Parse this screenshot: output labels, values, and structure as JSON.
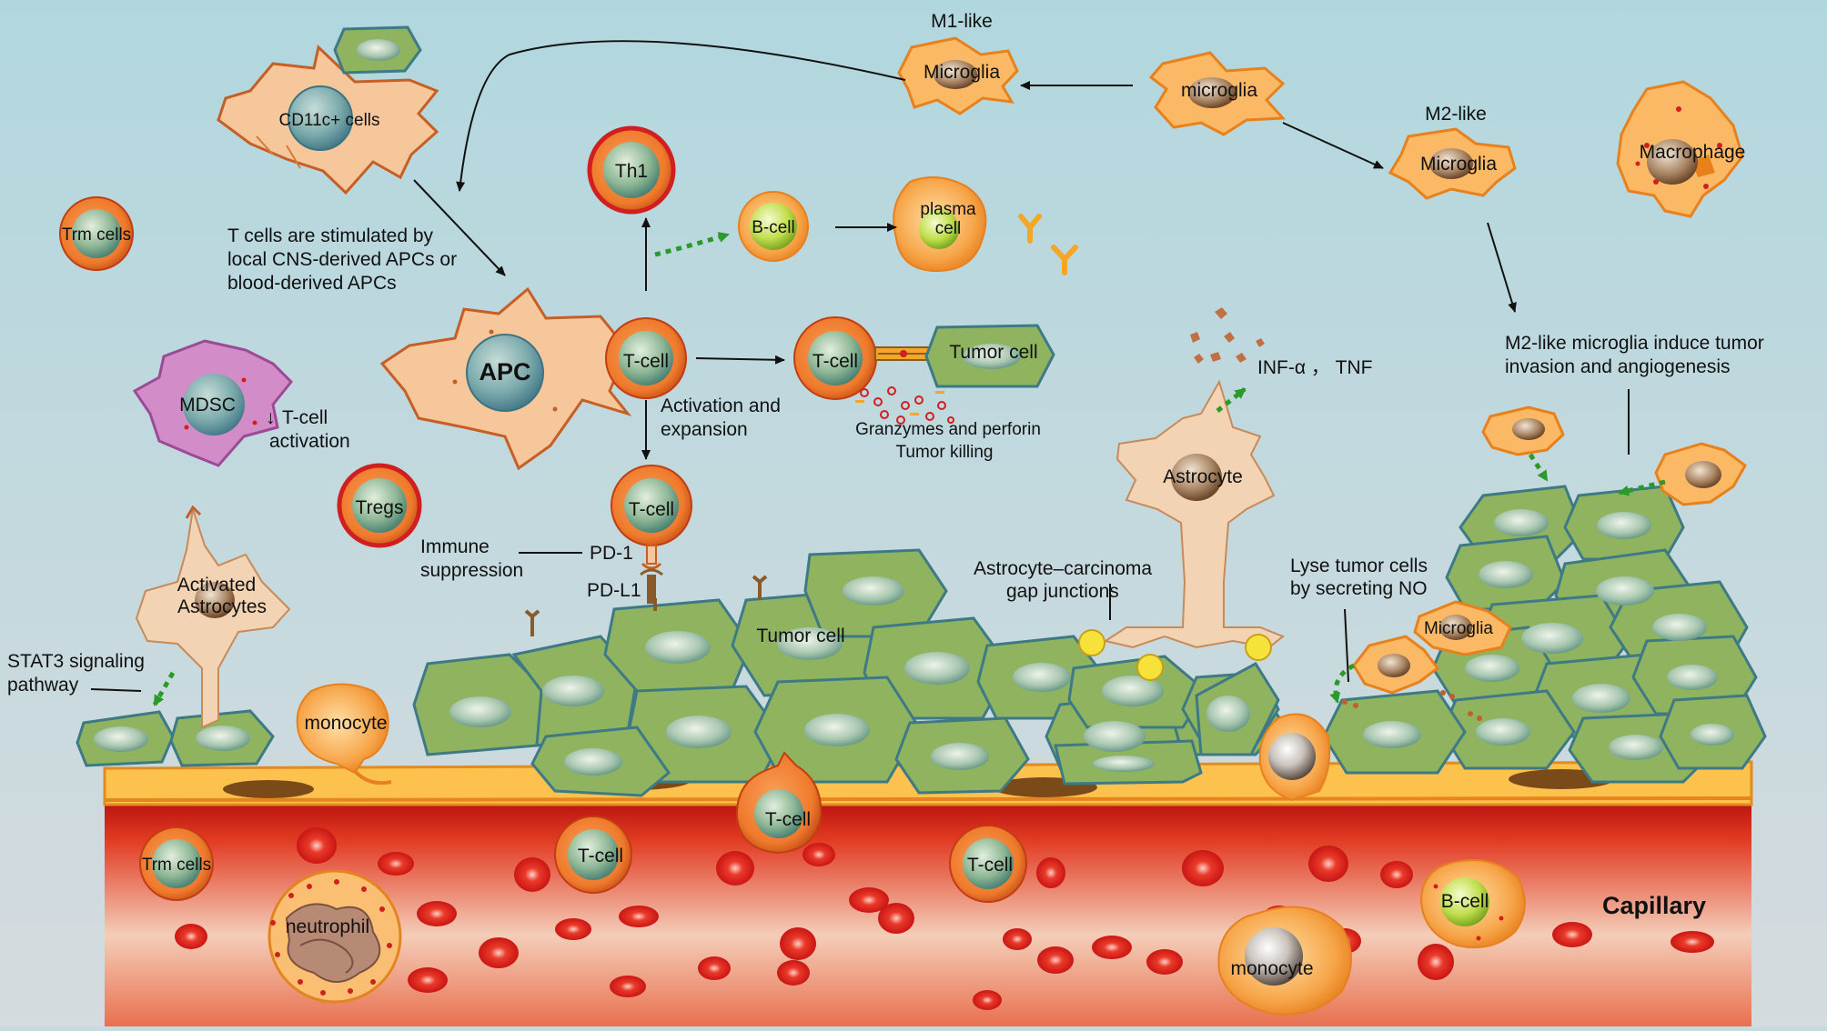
{
  "cells": {
    "m1_label": "M1-like",
    "m1_microglia": "Microglia",
    "resting_microglia": "microglia",
    "m2_label": "M2-like",
    "m2_microglia": "Microglia",
    "macrophage": "Macrophage",
    "cd11c": "CD11c+ cells",
    "trm_top": "Trm cells",
    "trm_blood": "Trm cells",
    "th1": "Th1",
    "bcell_top": "B-cell",
    "plasma1": "plasma",
    "plasma2": "cell",
    "apc": "APC",
    "tcell_center": "T-cell",
    "tcell_killer": "T-cell",
    "tumor_cell_killer": "Tumor cell",
    "mdsc": "MDSC",
    "tregs": "Tregs",
    "tcell_pd1": "T-cell",
    "activated_astro1": "Activated",
    "activated_astro2": "Astrocytes",
    "monocyte_top": "monocyte",
    "tumor_cell_main": "Tumor cell",
    "astrocyte": "Astrocyte",
    "microglia_small": "Microglia",
    "tcell_blood1": "T-cell",
    "tcell_migrating": "T-cell",
    "tcell_blood2": "T-cell",
    "bcell_blood": "B-cell",
    "neutrophil": "neutrophil",
    "monocyte_blood": "monocyte"
  },
  "annotations": {
    "apc_stim_1": "T cells are stimulated by",
    "apc_stim_2": "local CNS-derived APCs or",
    "apc_stim_3": "blood-derived APCs",
    "activation_1": "Activation and",
    "activation_2": "expansion",
    "granzymes_1": "Granzymes and perforin",
    "granzymes_2": "Tumor killing",
    "mdsc_arrow": "↓",
    "mdsc_effect_1": "T-cell",
    "mdsc_effect_2": "activation",
    "immune_1": "Immune",
    "immune_2": "suppression",
    "pd1": "PD-1",
    "pdl1": "PD-L1",
    "stat3_1": "STAT3 signaling",
    "stat3_2": "pathway",
    "cytokines": "INF-α ， TNF",
    "gap_1": "Astrocyte–carcinoma",
    "gap_2": "gap junctions",
    "lyse_1": "Lyse tumor cells",
    "lyse_2": "by secreting NO",
    "m2_effect_1": "M2-like microglia induce tumor",
    "m2_effect_2": "invasion and angiogenesis",
    "capillary": "Capillary"
  },
  "colors": {
    "background_top": "#b4d6dc",
    "background_bottom": "#d3dbdf",
    "tumor_green": "#8fb35e",
    "tumor_border": "#3d7a86",
    "astrocyte_fill": "#f2d4b4",
    "microglia_fill": "#fbb965",
    "capillary_red": "#d81e1e",
    "endothelium": "#fcc24d",
    "nucleus_teal": "#76a9ab",
    "rbc": "#e31919",
    "arrow_green": "#2a9a28"
  }
}
